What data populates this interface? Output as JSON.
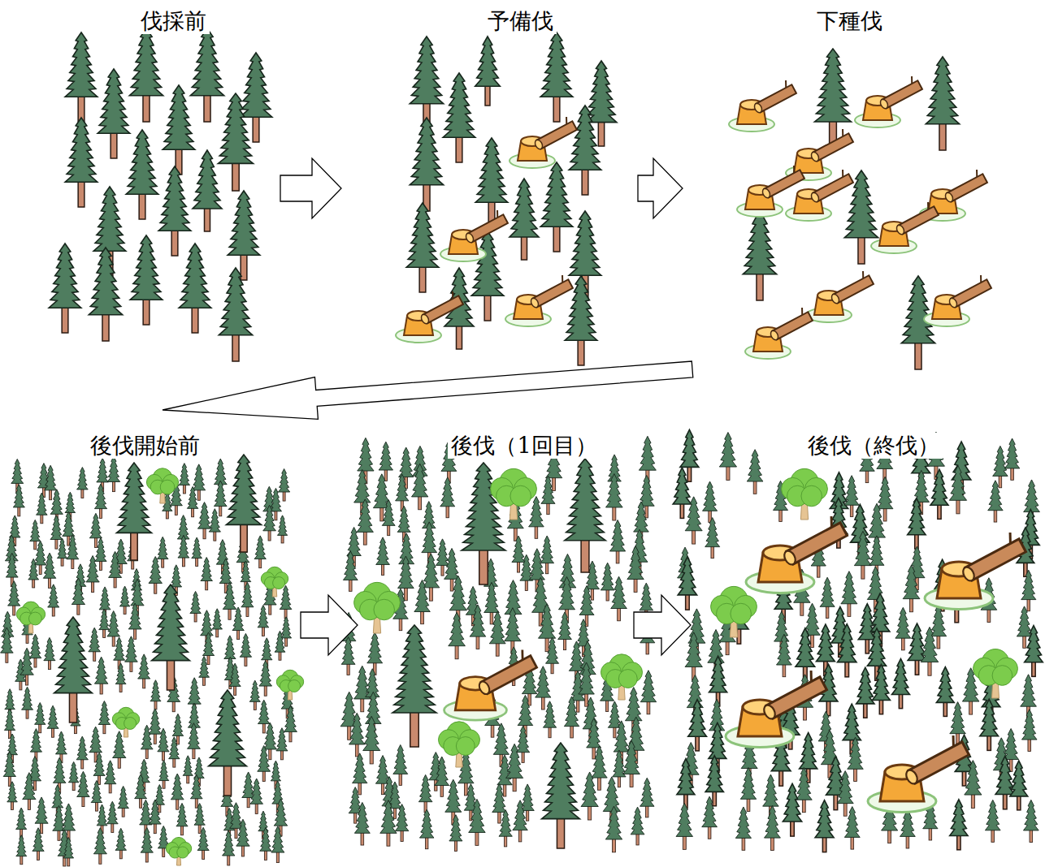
{
  "diagram": {
    "nodes": [
      {
        "text": [
          "伐採前"
        ]
      },
      {
        "text": [
          "予備伐"
        ]
      },
      {
        "text": [
          "下種伐"
        ]
      },
      {
        "text": [
          "後伐開始前"
        ]
      },
      {
        "text": [
          "後伐（1回目）"
        ]
      },
      {
        "text": [
          "後伐（終伐）"
        ]
      }
    ],
    "edges": [
      {
        "from": 0,
        "to": 1,
        "arrow": "to"
      },
      {
        "from": 1,
        "to": 2,
        "arrow": "to"
      },
      {
        "from": 2,
        "to": 3,
        "arrow": "to"
      },
      {
        "from": 3,
        "to": 4,
        "arrow": "to"
      },
      {
        "from": 4,
        "to": 5,
        "arrow": "to"
      }
    ]
  }
}
